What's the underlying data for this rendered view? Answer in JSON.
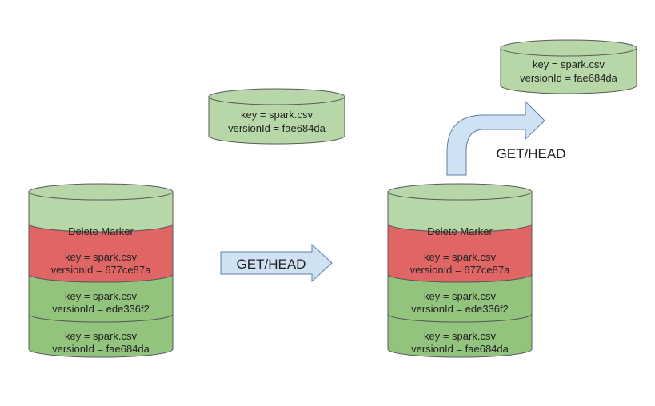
{
  "colors": {
    "light_green": "#b7d7a8",
    "mid_green": "#93c47d",
    "red": "#e06666",
    "arrow_fill": "#cfe2f3",
    "arrow_stroke": "#5a7fa8"
  },
  "floating_object": {
    "key": "key = spark.csv",
    "version": "versionId = fae684da"
  },
  "result_object": {
    "key": "key = spark.csv",
    "version": "versionId = fae684da"
  },
  "left_bucket": {
    "delete_marker": "Delete Marker",
    "versions": [
      {
        "key": "key = spark.csv",
        "version": "versionId = 677ce87a"
      },
      {
        "key": "key = spark.csv",
        "version": "versionId = ede336f2"
      },
      {
        "key": "key = spark.csv",
        "version": "versionId = fae684da"
      }
    ]
  },
  "right_bucket": {
    "delete_marker": "Delete Marker",
    "versions": [
      {
        "key": "key = spark.csv",
        "version": "versionId = 677ce87a"
      },
      {
        "key": "key = spark.csv",
        "version": "versionId = ede336f2"
      },
      {
        "key": "key = spark.csv",
        "version": "versionId = fae684da"
      }
    ]
  },
  "request_arrow": {
    "label": "GET/HEAD"
  },
  "response_arrow": {
    "label": "GET/HEAD"
  }
}
